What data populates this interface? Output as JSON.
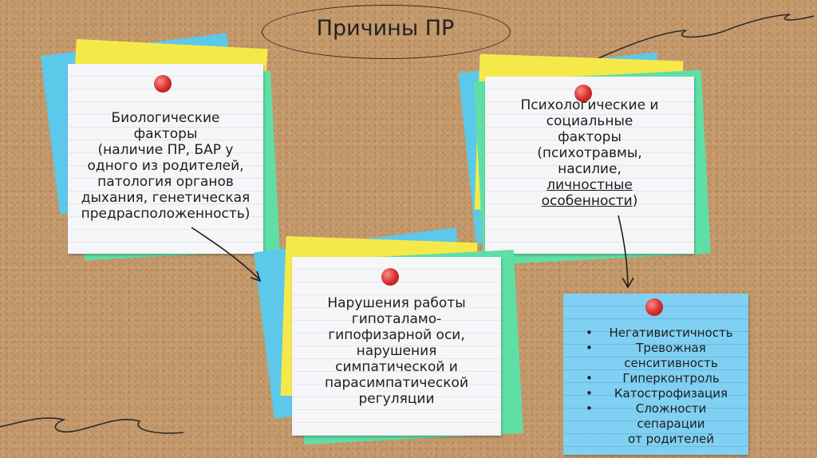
{
  "title": "Причины ПР",
  "note_bio": {
    "lines": [
      "Биологические",
      "факторы",
      "(наличие ПР, БАР у",
      "одного из родителей,",
      "патология органов",
      "дыхания, генетическая",
      "предрасположенность)"
    ]
  },
  "note_psy": {
    "lines": [
      "Психологические и",
      "социальные",
      "факторы",
      "(психотравмы,",
      "насилие,"
    ],
    "underlined_lines": [
      "личностные",
      "особенности"
    ],
    "closing": ")"
  },
  "note_hpa": {
    "lines": [
      "Нарушения работы",
      "гипоталамо-",
      "гипофизарной оси,",
      "нарушения",
      "симпатической и",
      "парасимпатической",
      "регуляции"
    ]
  },
  "note_traits": {
    "items": [
      [
        "Негативистичность"
      ],
      [
        "Тревожная",
        "сенситивность"
      ],
      [
        "Гиперконтроль"
      ],
      [
        "Катострофизация"
      ],
      [
        "Сложности сепарации",
        "от родителей"
      ]
    ]
  },
  "colors": {
    "cork": "#c49a6c",
    "paper_white": "#f4f6f8",
    "sticky_blue": "#5cc8ea",
    "sticky_yellow": "#f5e94a",
    "sticky_green": "#5fdfa6",
    "traits_note": "#7fd0f2",
    "pin": "#d42a2a"
  }
}
